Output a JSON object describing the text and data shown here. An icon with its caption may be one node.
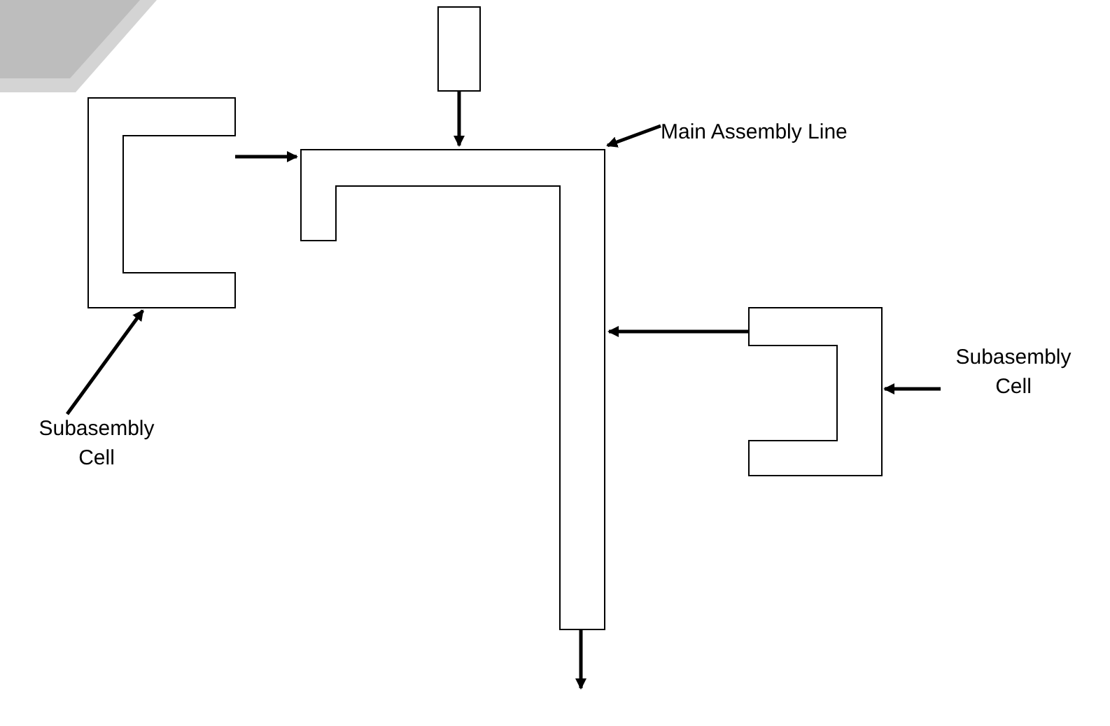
{
  "diagram": {
    "nodes": [
      {
        "text": [],
        "shape": "box"
      },
      {
        "text": [],
        "shape": "bar"
      },
      {
        "text": [
          "Main Assembly Line"
        ]
      },
      {
        "text": [],
        "shape": "bar"
      },
      {
        "text": [
          "Subasembly Cell"
        ]
      },
      {
        "text": [],
        "shape": "bar"
      },
      {
        "text": [
          "Subasembly Cell"
        ]
      }
    ],
    "edges": [
      {
        "from": 0,
        "to": 1,
        "arrow": "to"
      },
      {
        "from": 2,
        "to": 1,
        "arrow": "to"
      },
      {
        "from": 3,
        "to": 1,
        "arrow": "to"
      },
      {
        "from": 4,
        "to": 3,
        "arrow": "to"
      },
      {
        "from": 5,
        "to": 1,
        "arrow": "to"
      },
      {
        "from": 6,
        "to": 5,
        "arrow": "to"
      },
      {
        "from": 1,
        "to": null,
        "arrow": "to"
      }
    ]
  }
}
